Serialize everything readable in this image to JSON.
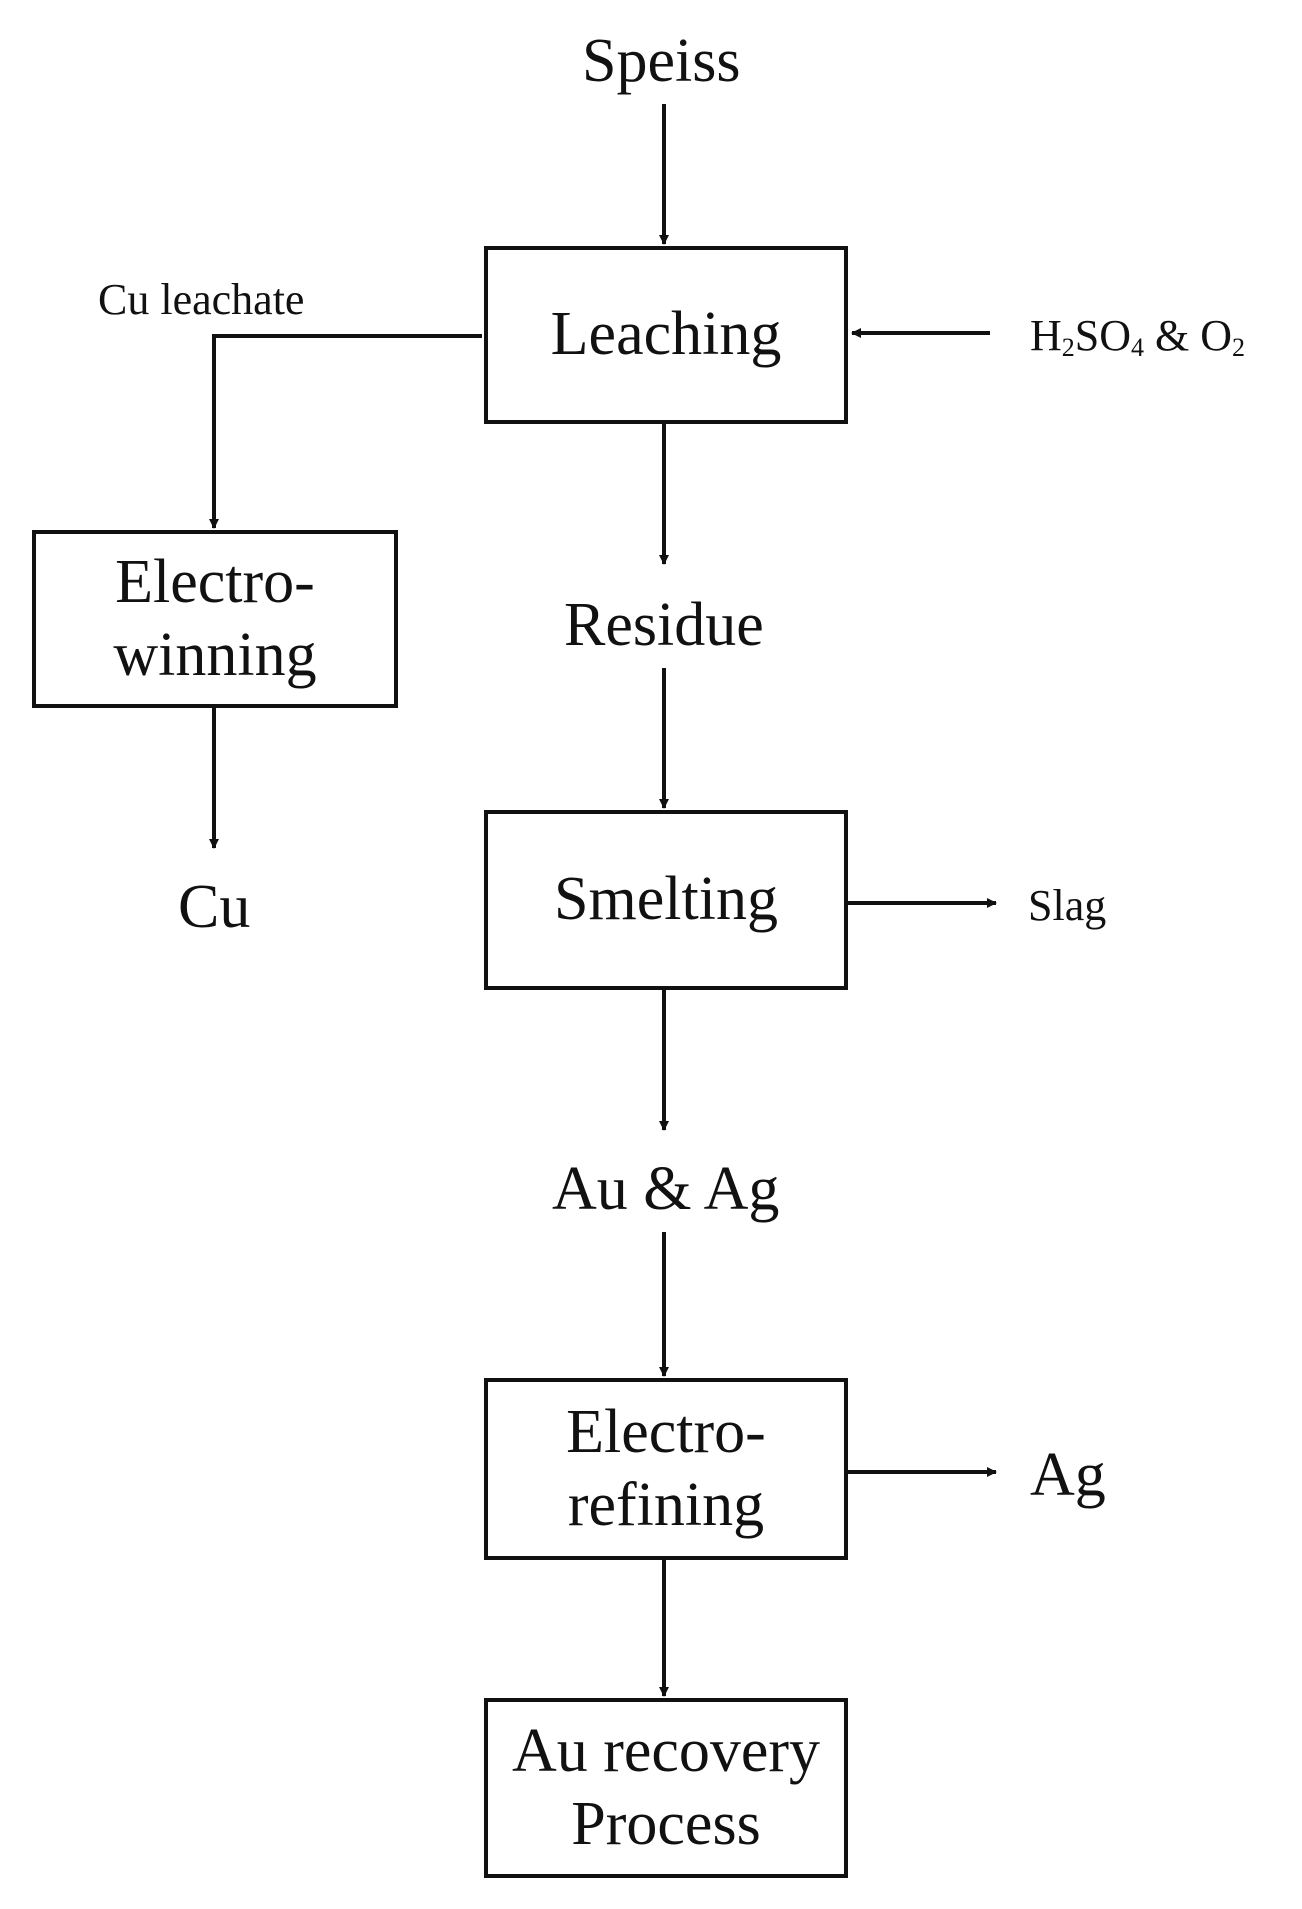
{
  "nodes": {
    "speiss": "Speiss",
    "leaching": "Leaching",
    "cu_leachate": "Cu leachate",
    "reagent": {
      "a": "H",
      "a_sub": "2",
      "b": "SO",
      "b_sub": "4",
      "c": " & O",
      "c_sub": "2"
    },
    "electrowinning": "Electro-\nwinning",
    "cu": "Cu",
    "residue": "Residue",
    "smelting": "Smelting",
    "slag": "Slag",
    "au_ag": "Au & Ag",
    "electrorefining": "Electro-\nrefining",
    "ag": "Ag",
    "au_recovery": "Au recovery\nProcess"
  },
  "colors": {
    "line": "#111111",
    "background": "#ffffff"
  }
}
